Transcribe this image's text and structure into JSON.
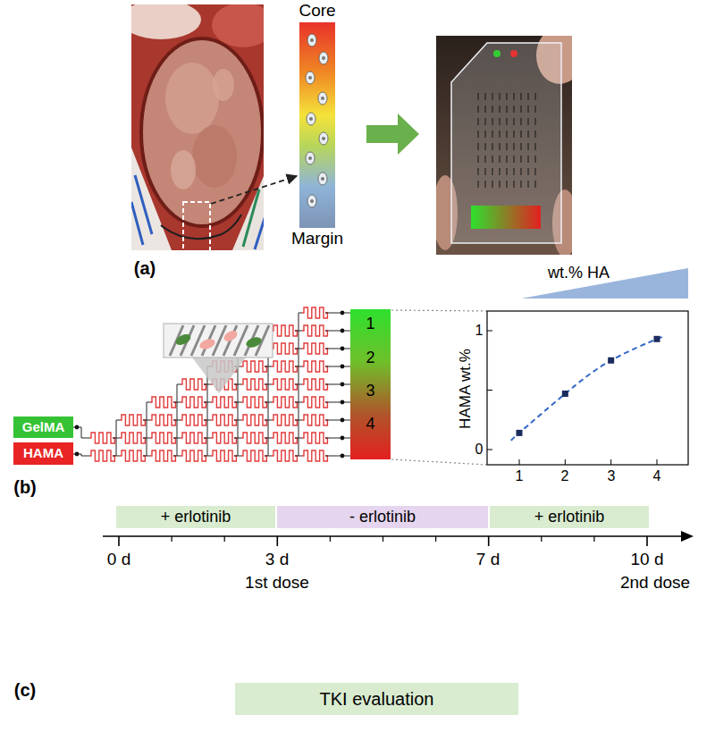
{
  "diagram": {
    "nodes": [
      {
        "text": [
          "Core",
          "Margin"
        ]
      },
      {
        "text": [
          "GelMA"
        ]
      },
      {
        "text": [
          "HAMA"
        ]
      },
      {
        "text": [
          "1",
          "2",
          "3",
          "4"
        ]
      },
      {
        "text": [
          "wt.% HA"
        ]
      },
      {
        "text": [
          "+ erlotinib"
        ]
      },
      {
        "text": [
          "- erlotinib"
        ]
      },
      {
        "text": [
          "+ erlotinib"
        ]
      },
      {
        "text": [
          "TKI evaluation"
        ]
      }
    ],
    "labels": [
      "(a)",
      "(b)",
      "HAMA wt.%",
      "1",
      "0",
      "1",
      "2",
      "3",
      "4",
      "(c)",
      "0 d",
      "3 d",
      "7 d",
      "10 d",
      "1st dose",
      "2nd dose"
    ]
  }
}
